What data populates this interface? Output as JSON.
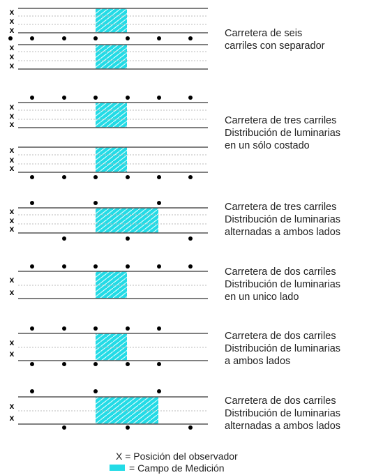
{
  "colors": {
    "field": "#23dbe6",
    "road_line": "#555555",
    "lane_line": "#bbbbbb",
    "dot": "#000000"
  },
  "observer_mark": "x",
  "configurations": [
    {
      "lines": [
        "Carretera de seis",
        "carriles con separador"
      ]
    },
    {
      "lines": [
        "Carretera de tres carriles",
        "Distribución de luminarias",
        "en un sólo costado"
      ]
    },
    {
      "lines": [
        "Carretera de tres carriles",
        "Distribución de luminarias",
        "alternadas a ambos lados"
      ]
    },
    {
      "lines": [
        "Carretera de dos carriles",
        "Distribución de luminarias",
        "en un unico lado"
      ]
    },
    {
      "lines": [
        "Carretera de dos carriles",
        "Distribución de luminarias",
        "a ambos  lados"
      ]
    },
    {
      "lines": [
        "Carretera de dos carriles",
        "Distribución de luminarias",
        "alternadas a ambos  lados"
      ]
    }
  ],
  "legend": {
    "observer": "X = Posición del observador",
    "field": "= Campo de Medición"
  }
}
